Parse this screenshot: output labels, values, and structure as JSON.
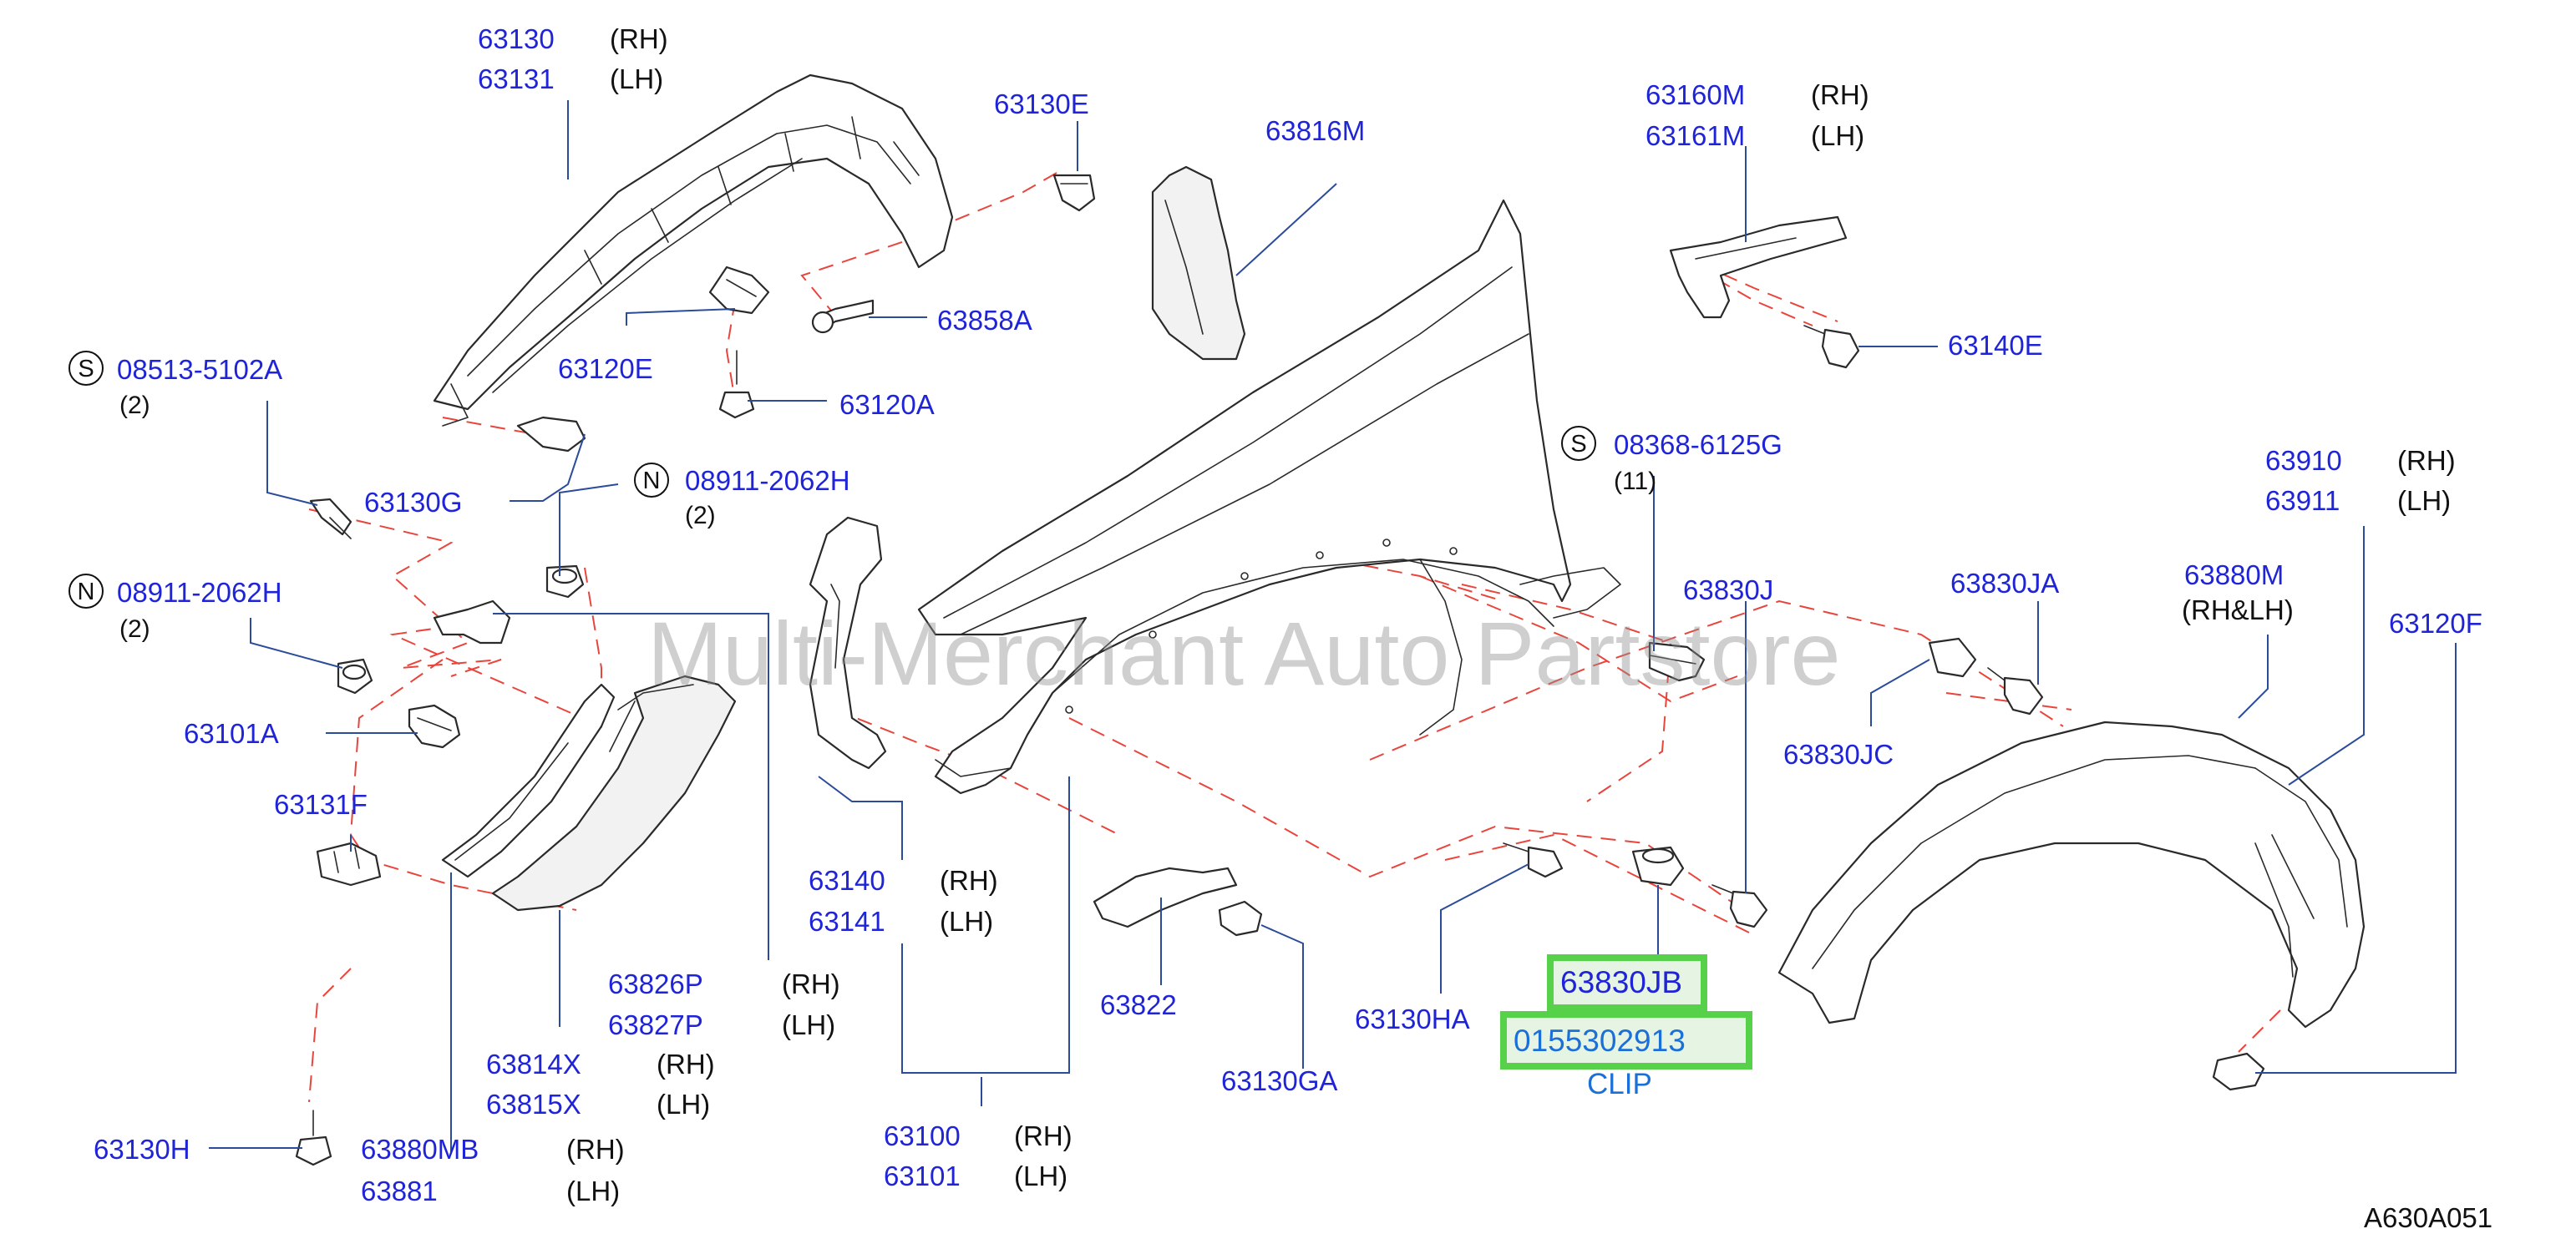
{
  "labels": {
    "l63130": "63130",
    "l63130_side": "(RH)",
    "l63131": "63131",
    "l63131_side": "(LH)",
    "l63130E": "63130E",
    "l63816M": "63816M",
    "l63160M": "63160M",
    "l63160M_side": "(RH)",
    "l63161M": "63161M",
    "l63161M_side": "(LH)",
    "l63858A": "63858A",
    "l63140E": "63140E",
    "l63120E": "63120E",
    "l63120A": "63120A",
    "l08513": "08513-5102A",
    "l08513_qty": "(2)",
    "l63130G": "63130G",
    "l08911a": "08911-2062H",
    "l08911a_qty": "(2)",
    "l08368": "08368-6125G",
    "l08368_qty": "(11)",
    "l63910": "63910",
    "l63910_side": "(RH)",
    "l63911": "63911",
    "l63911_side": "(LH)",
    "l08911b": "08911-2062H",
    "l08911b_qty": "(2)",
    "l63830J": "63830J",
    "l63830JA": "63830JA",
    "l63880M": "63880M",
    "l63880M_side": "(RH&LH)",
    "l63120F": "63120F",
    "l63101A": "63101A",
    "l63830JC": "63830JC",
    "l63131F": "63131F",
    "l63140": "63140",
    "l63140_side": "(RH)",
    "l63141": "63141",
    "l63141_side": "(LH)",
    "l63826P": "63826P",
    "l63826P_side": "(RH)",
    "l63827P": "63827P",
    "l63827P_side": "(LH)",
    "l63822": "63822",
    "l63130HA": "63130HA",
    "l63814X": "63814X",
    "l63814X_side": "(RH)",
    "l63815X": "63815X",
    "l63815X_side": "(LH)",
    "l63130GA": "63130GA",
    "l63130H": "63130H",
    "l63880MB": "63880MB",
    "l63880MB_side": "(RH)",
    "l63881": "63881",
    "l63881_side": "(LH)",
    "l63100": "63100",
    "l63100_side": "(RH)",
    "l63101": "63101",
    "l63101_side": "(LH)"
  },
  "symbols": {
    "s": "S",
    "n": "N"
  },
  "highlight": {
    "part": "63830JB",
    "oem": "0155302913",
    "caption": "CLIP",
    "border_color": "#57d14a"
  },
  "watermark": "Multi-Merchant Auto Partstore",
  "diagram_code": "A630A051",
  "colors": {
    "part_number": "#1f24d8",
    "leader": "#2b4c9a",
    "dashed": "#e8453c"
  }
}
